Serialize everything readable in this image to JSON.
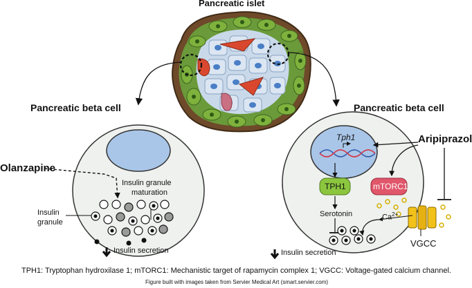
{
  "title": "Pancreatic islet",
  "left_panel": {
    "heading": "Pancreatic beta cell",
    "drug": "Olanzapine",
    "maturation_label_line1": "Insulin granule",
    "maturation_label_line2": "maturation",
    "granule_label_line1": "Insulin",
    "granule_label_line2": "granule",
    "secretion_label": "Insulin secretion"
  },
  "right_panel": {
    "heading": "Pancreatic beta cell",
    "drug": "Aripiprazole",
    "gene": "Tph1",
    "tph1_protein": "TPH1",
    "mtorc1": "mTORC1",
    "serotonin": "Serotonin",
    "calcium": "Ca",
    "calcium_charge": "2+",
    "channel": "VGCC",
    "secretion_label": "Insulin secretion"
  },
  "caption": "TPH1: Tryptophan hydroxilase 1; mTORC1: Mechanistic target of rapamycin complex 1; VGCC: Voltage-gated calcium channel.",
  "credit": "Figure built with images taken from Servier Medical Art (smart.servier.com)",
  "colors": {
    "cell_fill": "#eef1ee",
    "nucleus": "#a9c6e8",
    "tph1_green": "#8cc63f",
    "mtorc1_red": "#e0566a",
    "vgcc_yellow": "#f2c21b"
  }
}
